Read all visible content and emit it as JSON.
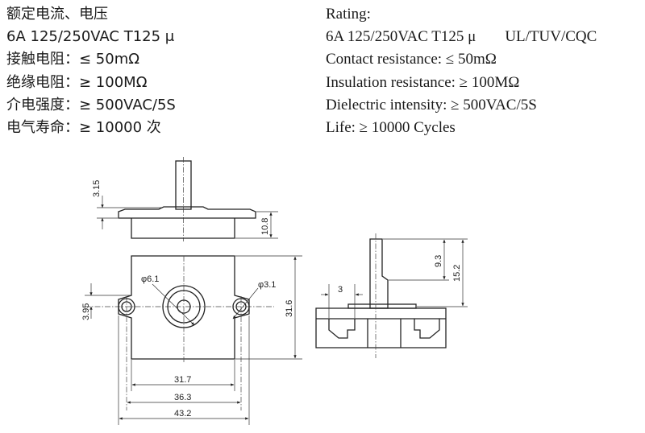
{
  "specs_cn": [
    "额定电流、电压",
    "6A 125/250VAC T125 μ",
    "接触电阻：≤ 50mΩ",
    "绝缘电阻：≥ 100MΩ",
    "介电强度：≥ 500VAC/5S",
    "电气寿命：≥ 10000 次"
  ],
  "specs_en": {
    "rating": "Rating:",
    "rating_value": "6A 125/250VAC T125 μ",
    "certifications": "UL/TUV/CQC",
    "contact": "Contact resistance: ≤ 50mΩ",
    "insulation": "Insulation resistance: ≥ 100MΩ",
    "dielectric": "Dielectric intensity: ≥ 500VAC/5S",
    "life": "Life: ≥ 10000 Cycles"
  },
  "dimensions": {
    "shaft_top": "3.15",
    "body_height": "10.8",
    "center_hole": "φ6.1",
    "mount_hole": "φ3.1",
    "hole_offset": "3.95",
    "body_depth": "31.6",
    "width_inner": "31.7",
    "width_holes": "36.3",
    "width_total": "43.2",
    "shaft_flat": "9.3",
    "shaft_len": "15.2",
    "flange": "3"
  }
}
